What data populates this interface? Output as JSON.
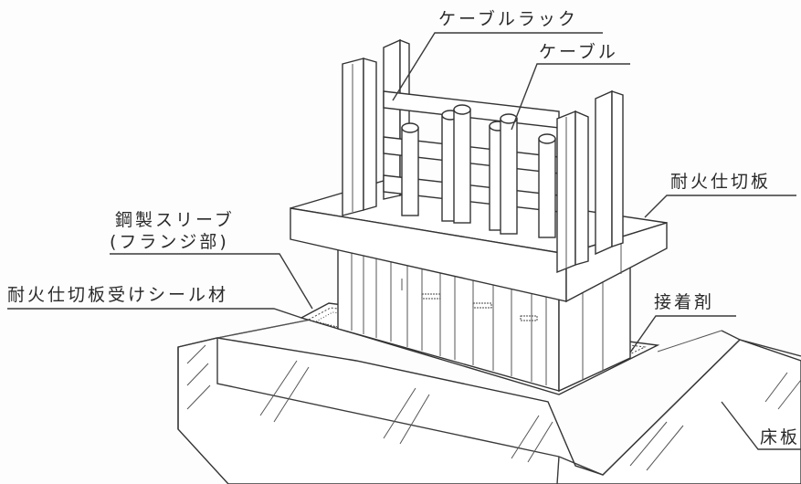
{
  "labels": {
    "cable_rack": "ケーブルラック",
    "cable": "ケーブル",
    "fire_partition_board": "耐火仕切板",
    "steel_sleeve_line1": "鋼製スリーブ",
    "steel_sleeve_line2": "(フランジ部)",
    "partition_seal": "耐火仕切板受けシール材",
    "adhesive": "接着剤",
    "floor_slab": "床板"
  }
}
